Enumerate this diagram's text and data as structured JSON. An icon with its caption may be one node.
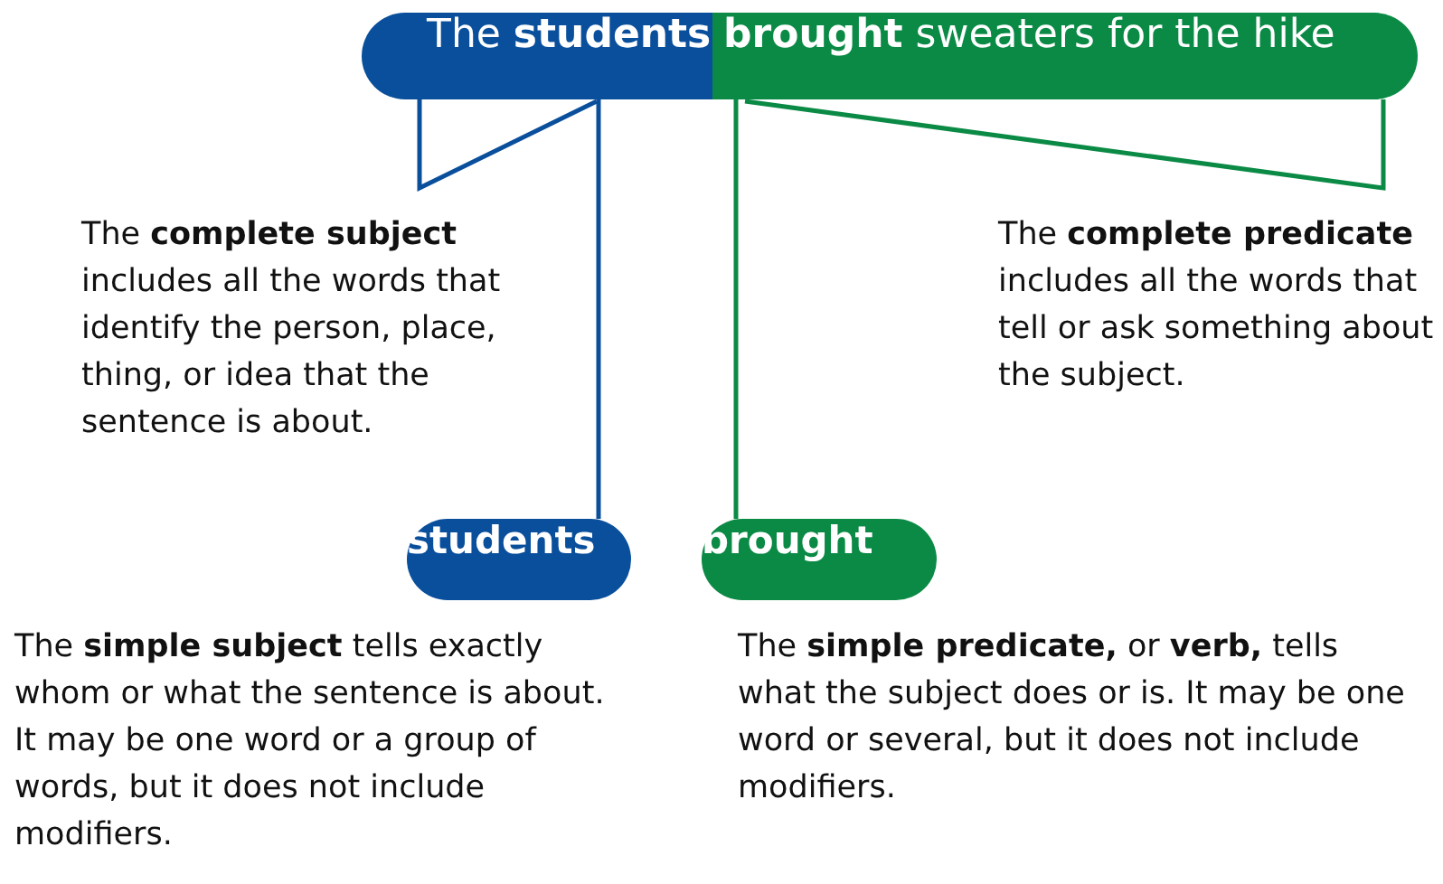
{
  "diagram": {
    "nodes": [
      {
        "text": [
          "The **students**"
        ]
      },
      {
        "text": [
          "**brought** sweaters for the hike"
        ]
      },
      {
        "text": [
          "students"
        ]
      },
      {
        "text": [
          "brought"
        ]
      }
    ],
    "edges": [
      {
        "from": 0,
        "to": 2,
        "arrow": "none"
      },
      {
        "from": 1,
        "to": 3,
        "arrow": "none"
      }
    ],
    "labels": [
      "The **complete subject** includes all the words that identify the person, place, thing, or idea that the sentence is about.",
      "The **complete predicate** includes all the words that tell or ask something about the subject.",
      "The **simple subject** tells exactly whom or what the sentence is about. It may be one word or a group of words, but it does not include modifiers.",
      "The **simple predicate,** or **verb,** tells what the subject does or is. It may be one word or several, but it does not include modifiers."
    ]
  }
}
